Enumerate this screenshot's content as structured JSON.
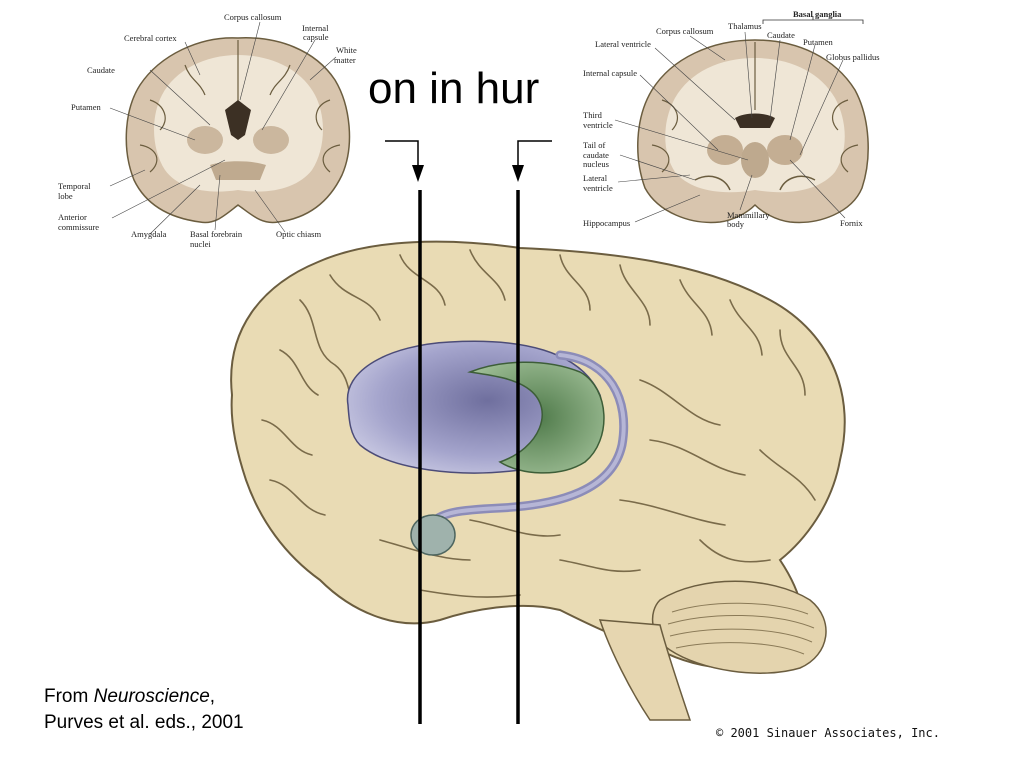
{
  "slide": {
    "title_fragment": "on in hur",
    "credit_prefix": "From ",
    "credit_book": "Neuroscience",
    "credit_suffix": ",",
    "credit_line2": "Purves et al. eds., 2001",
    "copyright": "© 2001 Sinauer Associates, Inc."
  },
  "left_section_labels": {
    "corpus_callosum": "Corpus callosum",
    "internal_capsule_1": "Internal",
    "internal_capsule_2": "capsule",
    "cerebral_cortex": "Cerebral cortex",
    "white_matter_1": "White",
    "white_matter_2": "matter",
    "caudate": "Caudate",
    "putamen": "Putamen",
    "temporal_lobe_1": "Temporal",
    "temporal_lobe_2": "lobe",
    "anterior_commissure_1": "Anterior",
    "anterior_commissure_2": "commissure",
    "amygdala": "Amygdala",
    "basal_forebrain_1": "Basal forebrain",
    "basal_forebrain_2": "nuclei",
    "optic_chiasm": "Optic chiasm"
  },
  "right_section_labels": {
    "corpus_callosum": "Corpus callosum",
    "thalamus": "Thalamus",
    "basal_ganglia": "Basal ganglia",
    "caudate": "Caudate",
    "putamen": "Putamen",
    "globus_pallidus": "Globus pallidus",
    "lateral_ventricle": "Lateral ventricle",
    "internal_capsule": "Internal capsule",
    "third_ventricle_1": "Third",
    "third_ventricle_2": "ventricle",
    "tail_caudate_1": "Tail of",
    "tail_caudate_2": "caudate",
    "tail_caudate_3": "nucleus",
    "lateral_ventricle2_1": "Lateral",
    "lateral_ventricle2_2": "ventricle",
    "hippocampus": "Hippocampus",
    "mammillary_1": "Mammillary",
    "mammillary_2": "body",
    "fornix": "Fornix"
  },
  "colors": {
    "brain_tan": "#e9dbb4",
    "brain_outline": "#6b5d3f",
    "striatum_purple": "#9c9cc4",
    "pallidus_green": "#7fa376",
    "section_bg": "#d8c5ae",
    "white_matter": "#efe6d6"
  }
}
